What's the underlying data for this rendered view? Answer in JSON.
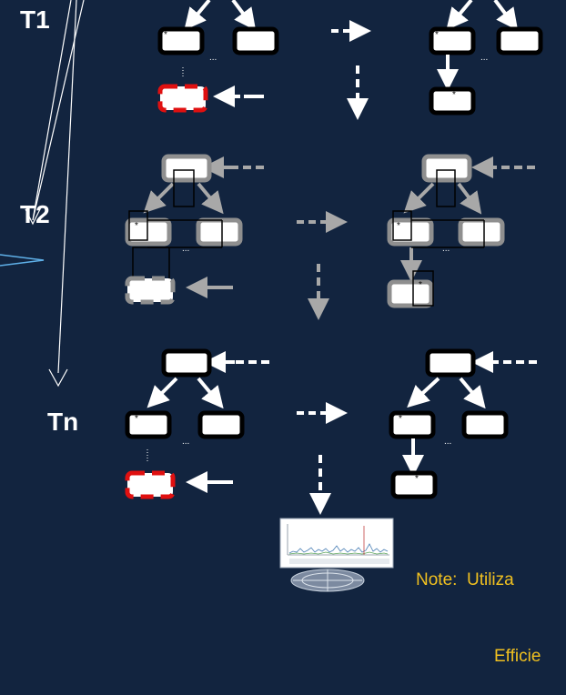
{
  "diagram": {
    "thread_labels": [
      "T1",
      "T2",
      "Tn"
    ],
    "note_line1": "Note:  Utiliza",
    "note_line2": "Efficie",
    "colors": {
      "background": "#12243f",
      "active_node_border": "#000000",
      "inactive_node_border": "#8f8f8f",
      "arrow_active": "#ffffff",
      "arrow_inactive": "#a8a8a8",
      "error_node": "#e01010",
      "note_text": "#f0c020"
    }
  }
}
